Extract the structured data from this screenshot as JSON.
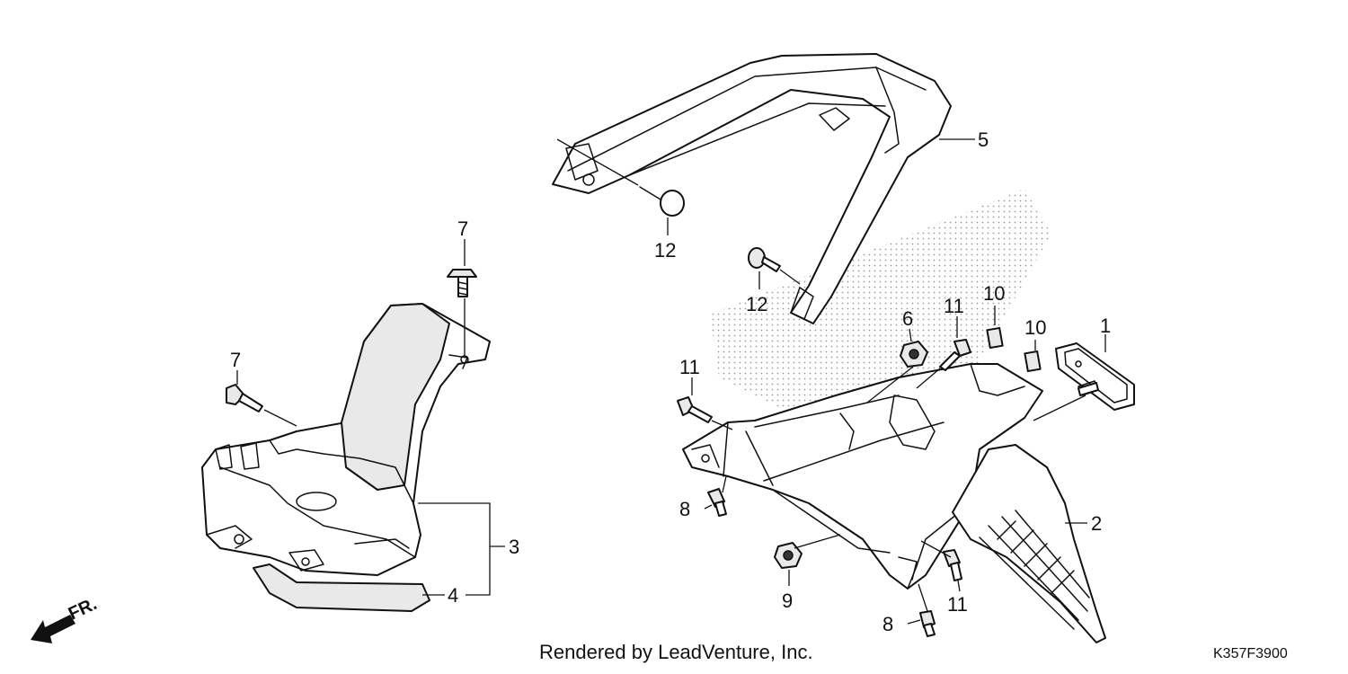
{
  "callouts": {
    "c1": "1",
    "c2": "2",
    "c3": "3",
    "c4": "4",
    "c5": "5",
    "c6": "6",
    "c7a": "7",
    "c7b": "7",
    "c8a": "8",
    "c8b": "8",
    "c9": "9",
    "c10a": "10",
    "c10b": "10",
    "c11a": "11",
    "c11b": "11",
    "c11c": "11",
    "c12a": "12",
    "c12b": "12"
  },
  "front_indicator": "FR.",
  "credit": "Rendered by LeadVenture, Inc.",
  "diagram_code": "K357F3900"
}
